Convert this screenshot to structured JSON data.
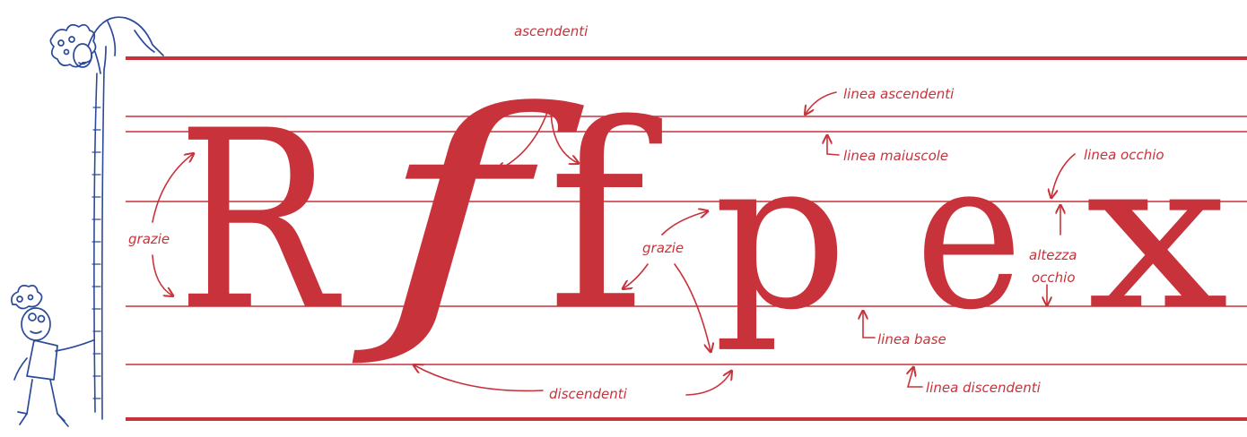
{
  "colors": {
    "accent": "#c8323a",
    "sketch": "#2b4a9a",
    "background": "#ffffff"
  },
  "letters": [
    "R",
    "f",
    "f",
    "p",
    "e",
    "x"
  ],
  "labels": {
    "ascendenti": "ascendenti",
    "linea_ascendenti": "linea ascendenti",
    "linea_maiuscole": "linea maiuscole",
    "linea_occhio": "linea occhio",
    "grazie_left": "grazie",
    "grazie_center": "grazie",
    "altezza": "altezza",
    "occhio": "occhio",
    "linea_base": "linea base",
    "discendenti": "discendenti",
    "linea_discendenti": "linea discendenti"
  },
  "icons": {
    "top_figure": "person-hanging-icon",
    "bottom_figure": "person-holding-ruler-icon",
    "ruler": "measuring-tape-icon"
  }
}
